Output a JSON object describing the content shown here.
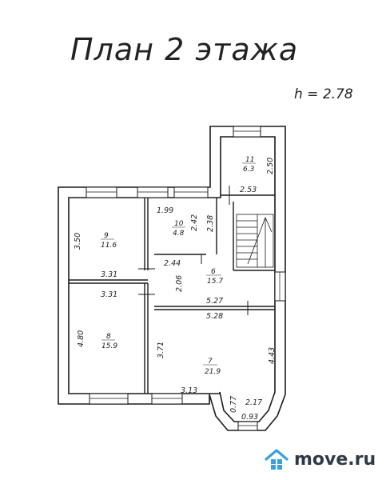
{
  "title": "План 2 этажа",
  "ceiling_height": "h = 2.78",
  "brand": {
    "name": "move.ru",
    "colors": {
      "house": "#3aa0d9",
      "text": "#2f3a46"
    }
  },
  "rooms": [
    {
      "number": "11",
      "area": "6.3"
    },
    {
      "number": "10",
      "area": "4.8"
    },
    {
      "number": "9",
      "area": "11.6"
    },
    {
      "number": "6",
      "area": "15.7"
    },
    {
      "number": "8",
      "area": "15.9"
    },
    {
      "number": "7",
      "area": "21.9"
    }
  ],
  "dimensions": {
    "d_2_50": "2.50",
    "d_2_53": "2.53",
    "d_1_99": "1.99",
    "d_2_42": "2.42",
    "d_2_38": "2.38",
    "d_3_50": "3.50",
    "d_2_44": "2.44",
    "d_3_31_top": "3.31",
    "d_3_31_bottom": "3.31",
    "d_2_06": "2.06",
    "d_5_27": "5.27",
    "d_5_28": "5.28",
    "d_4_80": "4.80",
    "d_3_71": "3.71",
    "d_4_43": "4.43",
    "d_3_13": "3.13",
    "d_0_77": "0.77",
    "d_2_17": "2.17",
    "d_0_93": "0.93"
  }
}
